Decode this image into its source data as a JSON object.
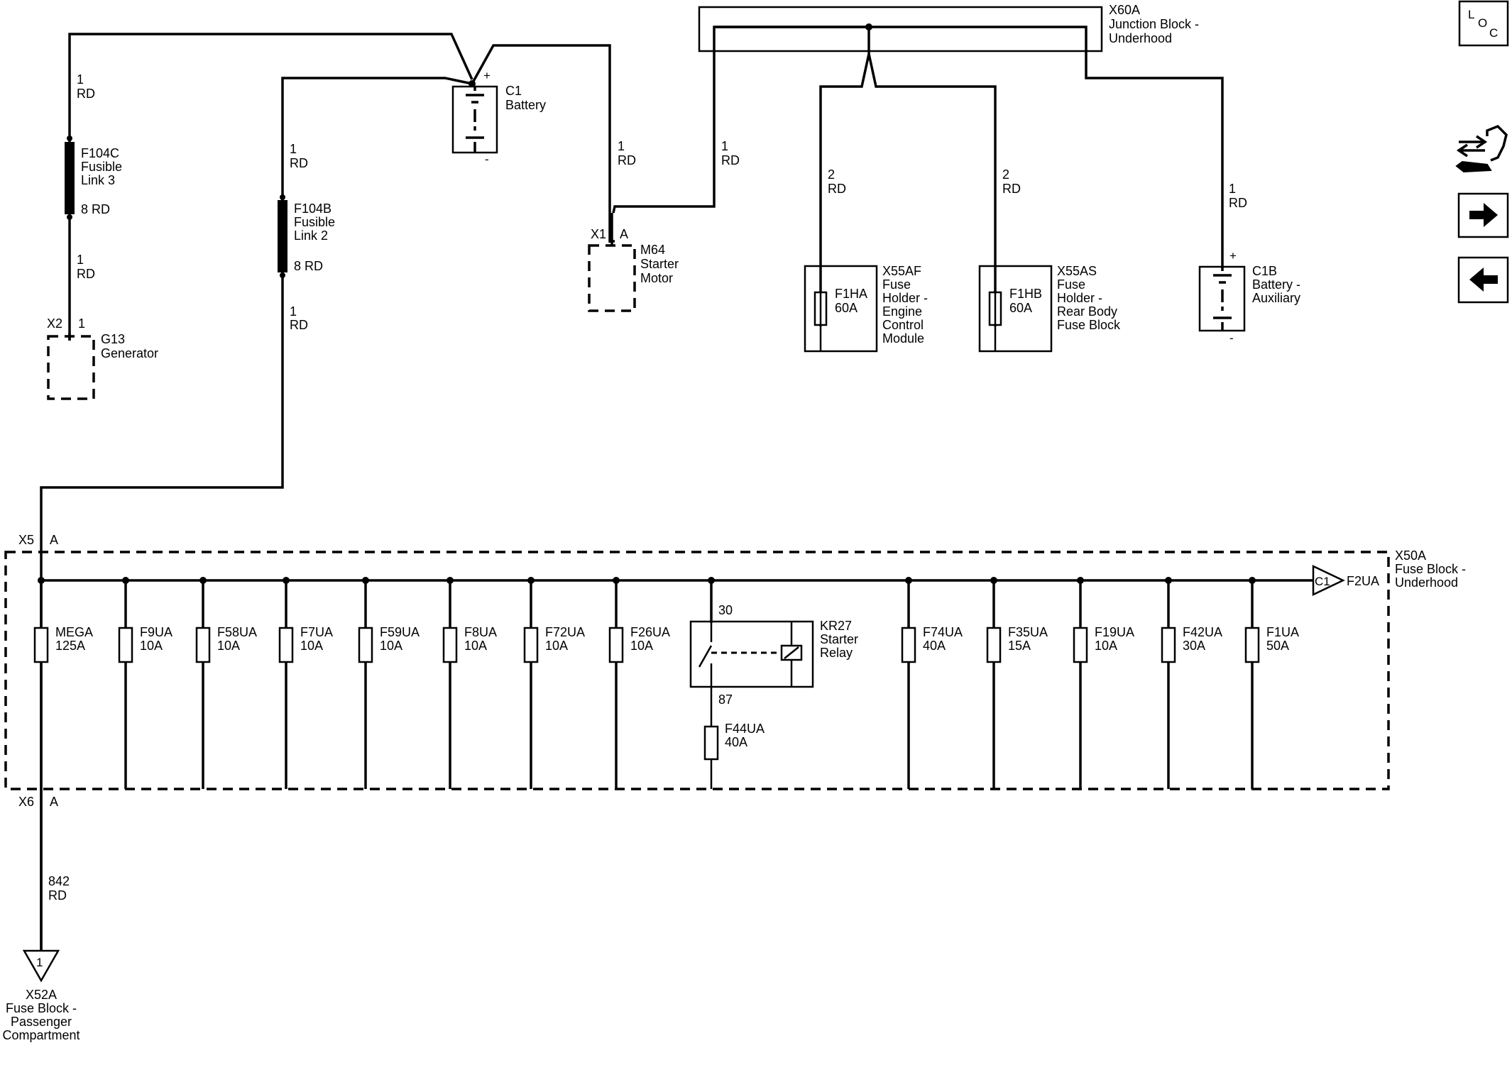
{
  "nav": {
    "loc": [
      "L",
      "O",
      "C"
    ],
    "icons": [
      "connector-icon",
      "arrow-right-icon",
      "arrow-left-icon"
    ]
  },
  "battery": {
    "conn": "C1",
    "name": "Battery",
    "plus": "+",
    "minus": "-"
  },
  "battery_aux": {
    "conn": "C1B",
    "name": [
      "Battery -",
      "Auxiliary"
    ],
    "plus": "+",
    "minus": "-"
  },
  "junction": {
    "id": "X60A",
    "name": [
      "Junction Block -",
      "Underhood"
    ]
  },
  "fusible_3": {
    "id": "F104C",
    "name": [
      "Fusible",
      "Link 3"
    ],
    "wire_top": [
      "1",
      "RD"
    ],
    "gauge": "8 RD",
    "wire_bot": [
      "1",
      "RD"
    ]
  },
  "fusible_2": {
    "id": "F104B",
    "name": [
      "Fusible",
      "Link 2"
    ],
    "wire_top": [
      "1",
      "RD"
    ],
    "gauge": "8 RD",
    "wire_bot": [
      "1",
      "RD"
    ]
  },
  "generator": {
    "id": "G13",
    "name": "Generator",
    "conn": "X2",
    "pin": "1"
  },
  "starter_motor": {
    "id": "M64",
    "name": [
      "Starter",
      "Motor"
    ],
    "conn": "X1",
    "pin": "A",
    "wire_a": [
      "1",
      "RD"
    ],
    "wire_b": [
      "1",
      "RD"
    ]
  },
  "fuse_holder_ecm": {
    "id": "X55AF",
    "name": [
      "Fuse",
      "Holder -",
      "Engine",
      "Control",
      "Module"
    ],
    "fuse": "F1HA",
    "rating": "60A",
    "wire": [
      "2",
      "RD"
    ]
  },
  "fuse_holder_rear": {
    "id": "X55AS",
    "name": [
      "Fuse",
      "Holder -",
      "Rear Body",
      "Fuse Block"
    ],
    "fuse": "F1HB",
    "rating": "60A",
    "wire": [
      "2",
      "RD"
    ]
  },
  "aux_wire": [
    "1",
    "RD"
  ],
  "fuse_block": {
    "id": "X50A",
    "name": [
      "Fuse Block -",
      "Underhood"
    ],
    "in_conn": "X5",
    "in_pin": "A",
    "out_conn": "X6",
    "out_pin": "A",
    "outlet": {
      "conn": "C1",
      "fuse": "F2UA"
    },
    "fuses_left": [
      {
        "id": "MEGA",
        "rating": "125A"
      },
      {
        "id": "F9UA",
        "rating": "10A"
      },
      {
        "id": "F58UA",
        "rating": "10A"
      },
      {
        "id": "F7UA",
        "rating": "10A"
      },
      {
        "id": "F59UA",
        "rating": "10A"
      },
      {
        "id": "F8UA",
        "rating": "10A"
      },
      {
        "id": "F72UA",
        "rating": "10A"
      },
      {
        "id": "F26UA",
        "rating": "10A"
      }
    ],
    "relay": {
      "id": "KR27",
      "name": [
        "Starter",
        "Relay"
      ],
      "pin_in": "30",
      "pin_out": "87",
      "fuse": "F44UA",
      "rating": "40A"
    },
    "fuses_right": [
      {
        "id": "F74UA",
        "rating": "40A"
      },
      {
        "id": "F35UA",
        "rating": "15A"
      },
      {
        "id": "F19UA",
        "rating": "10A"
      },
      {
        "id": "F42UA",
        "rating": "30A"
      },
      {
        "id": "F1UA",
        "rating": "50A"
      }
    ]
  },
  "output_wire": [
    "842",
    "RD"
  ],
  "passenger_block": {
    "conn": "1",
    "id": "X52A",
    "name": [
      "Fuse Block -",
      "Passenger",
      "Compartment"
    ]
  }
}
